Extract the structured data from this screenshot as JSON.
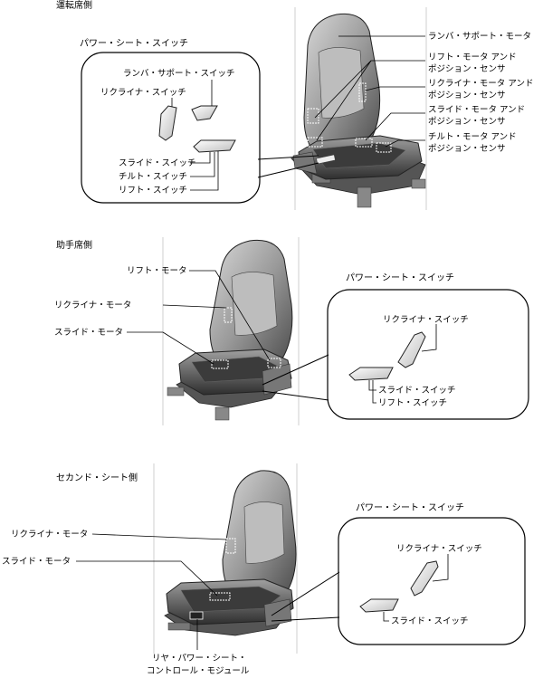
{
  "sections": {
    "driver": {
      "title": "運転席側",
      "panel_title": "パワー・シート・スイッチ",
      "switches": {
        "lumbar": "ランバ・サポート・スイッチ",
        "recliner": "リクライナ・スイッチ",
        "slide": "スライド・スイッチ",
        "tilt": "チルト・スイッチ",
        "lift": "リフト・スイッチ"
      },
      "motors": {
        "lumbar": "ランバ・サポート・モータ",
        "lift_1": "リフト・モータ アンド",
        "lift_2": "ポジション・センサ",
        "recliner_1": "リクライナ・モータ アンド",
        "recliner_2": "ポジション・センサ",
        "slide_1": "スライド・モータ アンド",
        "slide_2": "ポジション・センサ",
        "tilt_1": "チルト・モータ アンド",
        "tilt_2": "ポジション・センサ"
      }
    },
    "passenger": {
      "title": "助手席側",
      "panel_title": "パワー・シート・スイッチ",
      "motors": {
        "lift": "リフト・モータ",
        "recliner": "リクライナ・モータ",
        "slide": "スライド・モータ"
      },
      "switches": {
        "recliner": "リクライナ・スイッチ",
        "slide": "スライド・スイッチ",
        "lift": "リフト・スイッチ"
      }
    },
    "second": {
      "title": "セカンド・シート側",
      "panel_title": "パワー・シート・スイッチ",
      "motors": {
        "recliner": "リクライナ・モータ",
        "slide": "スライド・モータ"
      },
      "module_1": "リヤ・パワー・シート・",
      "module_2": "コントロール・モジュール",
      "switches": {
        "recliner": "リクライナ・スイッチ",
        "slide": "スライド・スイッチ"
      }
    }
  }
}
